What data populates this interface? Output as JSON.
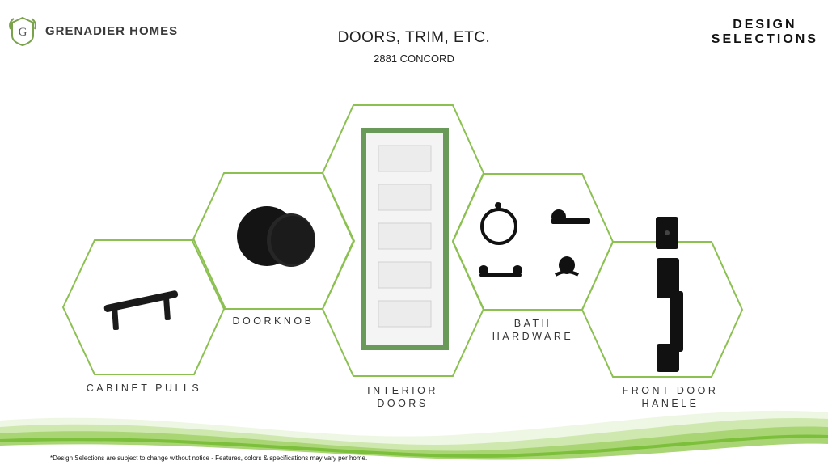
{
  "brand": {
    "logo_letter": "G",
    "name": "GRENADIER HOMES"
  },
  "header": {
    "title": "DOORS, TRIM, ETC.",
    "subtitle": "2881 CONCORD"
  },
  "corner": {
    "line1": "DESIGN",
    "line2": "SELECTIONS"
  },
  "items": {
    "cabinet_pulls": {
      "label": "CABINET PULLS"
    },
    "doorknob": {
      "label": "DOORKNOB"
    },
    "interior_doors": {
      "line1": "INTERIOR",
      "line2": "DOORS"
    },
    "bath_hardware": {
      "line1": "BATH",
      "line2": "HARDWARE"
    },
    "front_door": {
      "line1": "FRONT DOOR",
      "line2": "HANELE"
    }
  },
  "footer": {
    "note": "*Design Selections are subject to change without notice - Features, colors & specifications may vary per home."
  },
  "colors": {
    "hex_outline": "#8cc152",
    "door_frame": "#6a9a5a",
    "wave_green": "#7bbf3a"
  }
}
